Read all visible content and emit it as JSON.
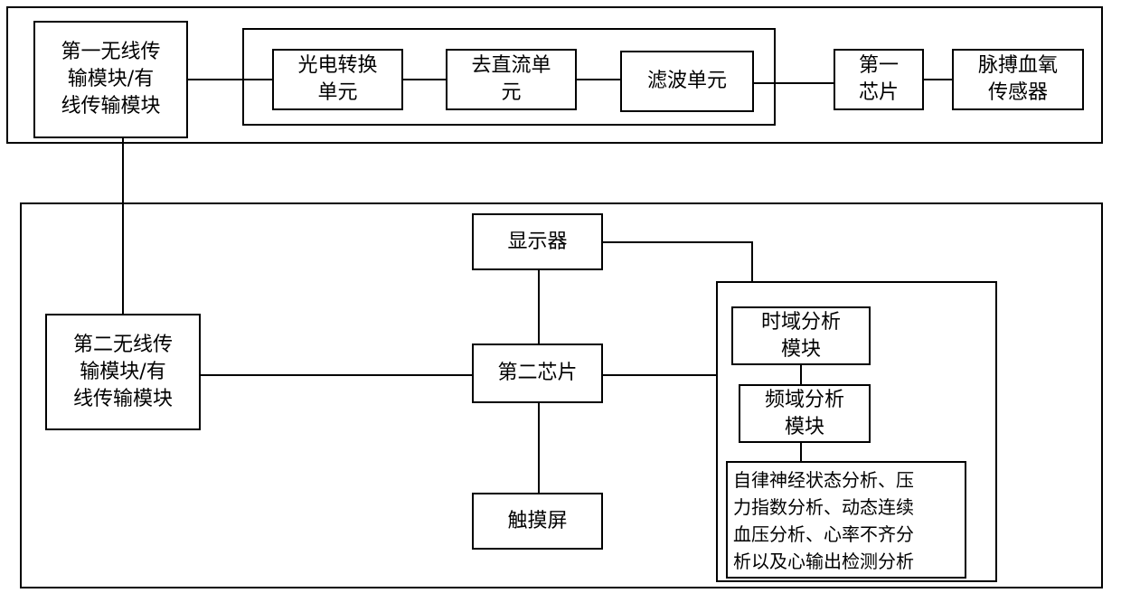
{
  "nodes": {
    "wireless1": "第一无线传\n输模块/有\n线传输模块",
    "photoelectric": "光电转换\n单元",
    "dc_removal": "去直流单\n元",
    "filter": "滤波单元",
    "chip1": "第一\n芯片",
    "sensor": "脉搏血氧\n传感器",
    "display": "显示器",
    "wireless2": "第二无线传\n输模块/有\n线传输模块",
    "chip2": "第二芯片",
    "touchscreen": "触摸屏",
    "time_domain": "时域分析\n模块",
    "freq_domain": "频域分析\n模块",
    "analysis": "自律神经状态分析、压\n力指数分析、动态连续\n血压分析、心率不齐分\n析以及心输出检测分析"
  },
  "colors": {
    "line": "#000000",
    "background": "#ffffff"
  }
}
